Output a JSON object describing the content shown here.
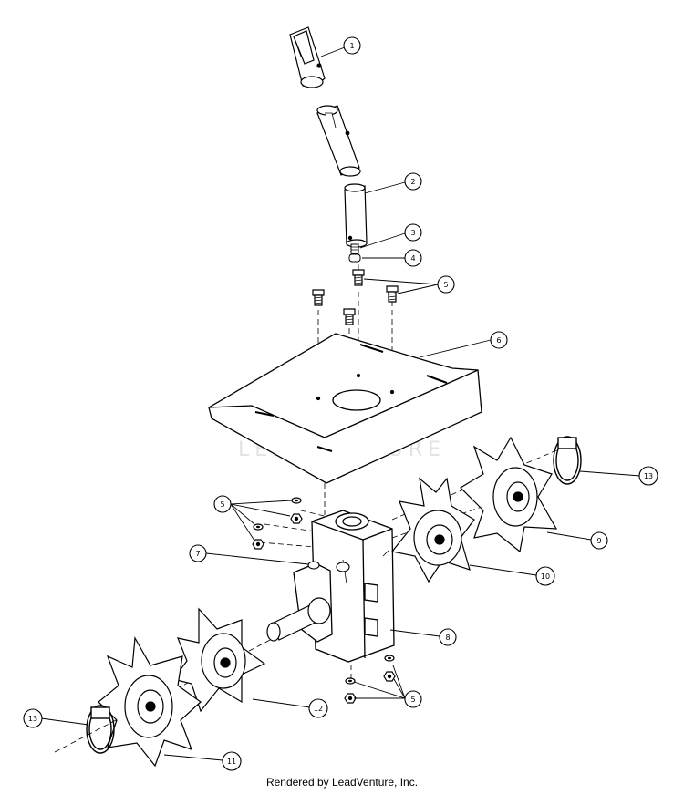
{
  "watermark": "LEADVENTURE",
  "footer": "Rendered by LeadVenture, Inc.",
  "callouts": [
    {
      "id": "c1",
      "label": "1"
    },
    {
      "id": "c2",
      "label": "2"
    },
    {
      "id": "c3",
      "label": "3"
    },
    {
      "id": "c4",
      "label": "4"
    },
    {
      "id": "c5a",
      "label": "5"
    },
    {
      "id": "c6",
      "label": "6"
    },
    {
      "id": "c5b",
      "label": "5"
    },
    {
      "id": "c7",
      "label": "7"
    },
    {
      "id": "c8",
      "label": "8"
    },
    {
      "id": "c9",
      "label": "9"
    },
    {
      "id": "c10",
      "label": "10"
    },
    {
      "id": "c13a",
      "label": "13"
    },
    {
      "id": "c5c",
      "label": "5"
    },
    {
      "id": "c12",
      "label": "12"
    },
    {
      "id": "c13b",
      "label": "13"
    },
    {
      "id": "c11",
      "label": "11"
    }
  ]
}
